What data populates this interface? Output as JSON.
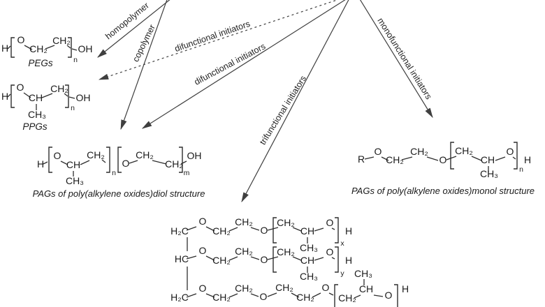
{
  "figure": {
    "background": "#ffffff",
    "line_color": "#3f3f3f",
    "text_color": "#1a1a1a"
  },
  "atoms": {
    "H": "H",
    "O": "O",
    "OH": "OH",
    "R": "R",
    "CH": "CH",
    "CH2": "CH₂",
    "CH3": "CH₃",
    "H2C": "H₂C",
    "HC": "HC"
  },
  "subscripts": {
    "n": "n",
    "m": "m",
    "x": "x",
    "y": "y"
  },
  "arrow_labels": {
    "homopolymer": "homopolymer",
    "copolymer": "copolymer",
    "difunctional_dashed": "difunctional initiators",
    "difunctional_solid": "difunctional initiators",
    "trifunctional": "trifunctional initiators",
    "monofunctional": "monofunctional initiators"
  },
  "structure_labels": {
    "pegs": "PEGs",
    "ppgs": "PPGs"
  },
  "captions": {
    "diol": "PAGs of poly(alkylene oxides)diol structure",
    "monol": "PAGs of poly(alkylene oxides)monol structure"
  }
}
